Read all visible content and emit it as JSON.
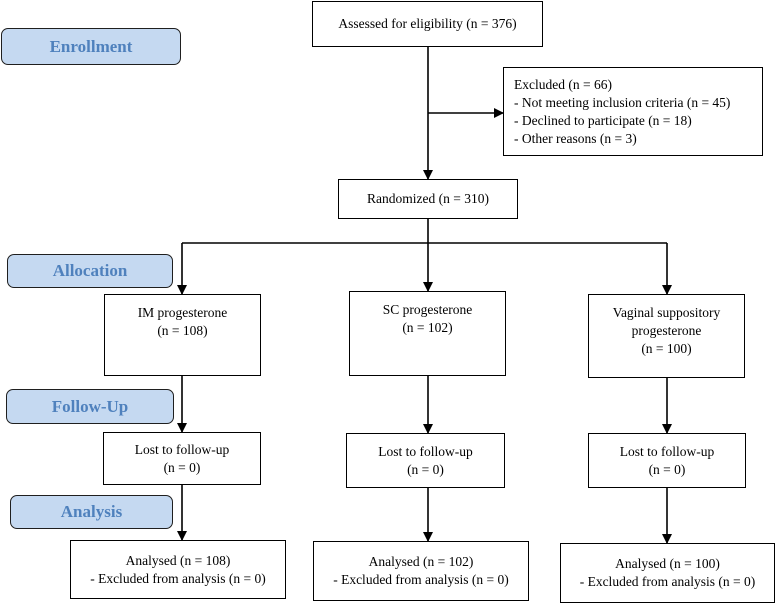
{
  "stages": {
    "enrollment": "Enrollment",
    "allocation": "Allocation",
    "follow_up": "Follow-Up",
    "analysis": "Analysis"
  },
  "assessed": "Assessed for eligibility (n = 376)",
  "excluded": {
    "title": "Excluded (n = 66)",
    "items": [
      "- Not meeting inclusion criteria (n = 45)",
      "- Declined to participate (n = 18)",
      "- Other reasons (n = 3)"
    ]
  },
  "randomized": "Randomized (n = 310)",
  "arms": [
    {
      "name_lines": [
        "IM progesterone",
        "(n = 108)"
      ],
      "followup": [
        "Lost to follow-up",
        "(n = 0)"
      ],
      "analysis": [
        "Analysed (n = 108)",
        "- Excluded from analysis (n = 0)"
      ]
    },
    {
      "name_lines": [
        "SC progesterone",
        "(n = 102)"
      ],
      "followup": [
        "Lost to follow-up",
        "(n = 0)"
      ],
      "analysis": [
        "Analysed (n = 102)",
        "- Excluded from analysis (n = 0)"
      ]
    },
    {
      "name_lines": [
        "Vaginal suppository",
        "progesterone",
        "(n = 100)"
      ],
      "followup": [
        "Lost to follow-up",
        "(n = 0)"
      ],
      "analysis": [
        "Analysed (n = 100)",
        "- Excluded from analysis (n = 0)"
      ]
    }
  ]
}
